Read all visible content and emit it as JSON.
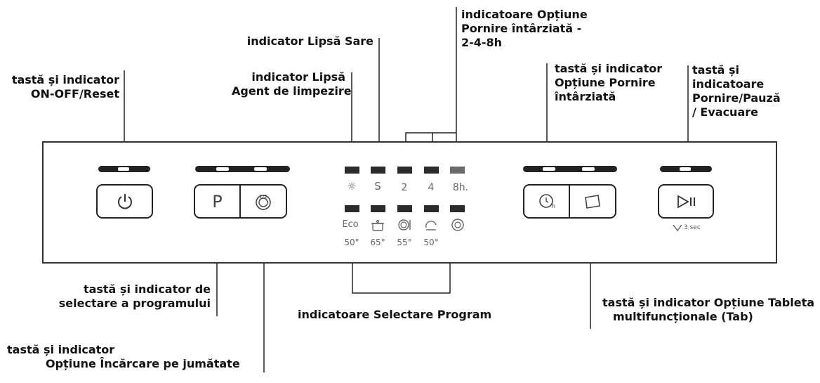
{
  "labels": {
    "onoff": [
      "tastă și indicator",
      "ON-OFF/Reset"
    ],
    "salt": "indicator Lipsă Sare",
    "rinse": [
      "indicator Lipsă",
      "Agent de limpezire"
    ],
    "delay_ind": [
      "indicatoare Opțiune",
      "Pornire întârziată -",
      "2-4-8h"
    ],
    "delay_key": [
      "tastă și indicator",
      "Opțiune Pornire",
      "întârziată"
    ],
    "start": [
      "tastă și",
      "indicatoare",
      "Pornire/Pauză",
      "/ Evacuare"
    ],
    "prog_key": [
      "tastă și indicator de",
      "selectare a programului"
    ],
    "prog_ind": "indicatoare Selectare Program",
    "tab": [
      "tastă și indicator Opțiune Tableta",
      "multifuncționale (Tab)"
    ],
    "half": [
      "tastă și indicator",
      "Opțiune Încărcare pe jumătate"
    ]
  },
  "panel": {
    "delay_values": [
      "2",
      "4",
      "8h."
    ],
    "program_temps": [
      "50°",
      "65°",
      "55°",
      "50°"
    ],
    "eco": "Eco",
    "prog_key": "P",
    "half_key": "1/2",
    "drain_hint": "3 sec"
  },
  "icons": {
    "onoff": "power-icon",
    "prog": "letter-p",
    "half": "half-load-icon",
    "delay": "clock-h-icon",
    "tab": "tablet-icon",
    "start": "play-pause-icon",
    "rinse": "rinse-aid-icon",
    "salt": "salt-icon"
  }
}
